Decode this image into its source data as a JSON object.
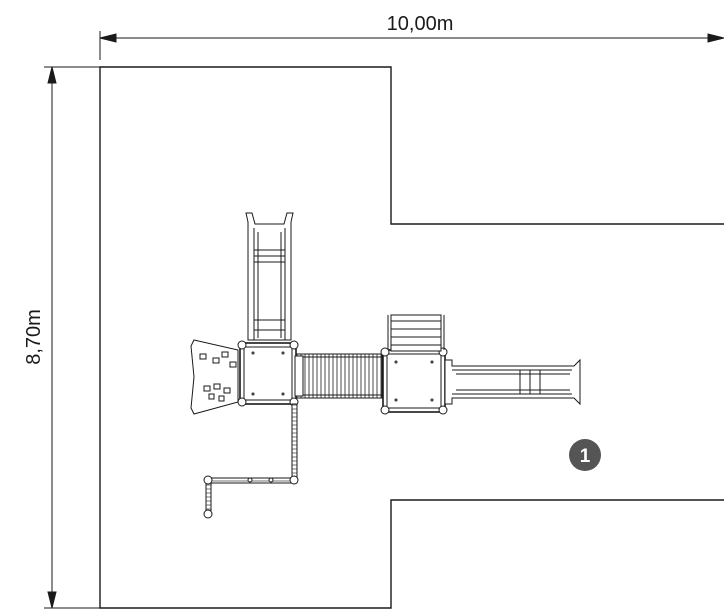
{
  "dimensions": {
    "width_label": "10,00m",
    "height_label": "8,70m"
  },
  "marker": {
    "label": "1"
  },
  "colors": {
    "line": "#1a1a1a",
    "fill": "#ffffff",
    "marker_fill": "#555555"
  }
}
